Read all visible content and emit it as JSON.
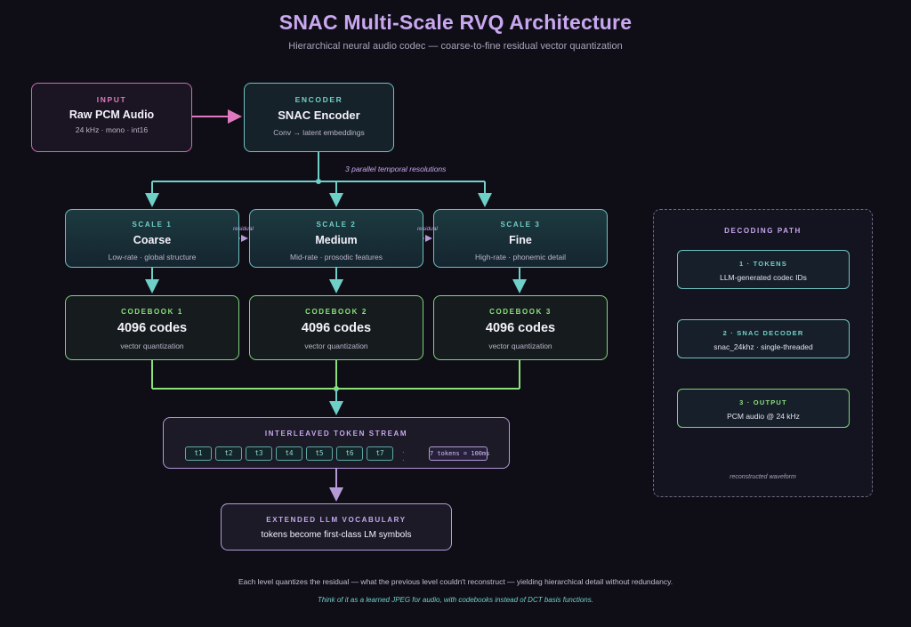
{
  "header": {
    "title": "SNAC Multi-Scale RVQ Architecture",
    "subtitle": "Hierarchical neural audio codec — coarse-to-fine residual vector quantization"
  },
  "input": {
    "kicker": "INPUT",
    "title": "Raw PCM Audio",
    "detail": "24 kHz · mono · int16"
  },
  "encoder": {
    "kicker": "ENCODER",
    "title": "SNAC Encoder",
    "detail": "Conv → latent embeddings"
  },
  "parallel_label": "3 parallel temporal resolutions",
  "residual_label": "residual",
  "scales": [
    {
      "kicker": "SCALE 1",
      "title": "Coarse",
      "detail": "Low-rate · global structure"
    },
    {
      "kicker": "SCALE 2",
      "title": "Medium",
      "detail": "Mid-rate · prosodic features"
    },
    {
      "kicker": "SCALE 3",
      "title": "Fine",
      "detail": "High-rate · phonemic detail"
    }
  ],
  "codebooks": [
    {
      "kicker": "CODEBOOK 1",
      "title": "4096 codes",
      "detail": "vector quantization"
    },
    {
      "kicker": "CODEBOOK 2",
      "title": "4096 codes",
      "detail": "vector quantization"
    },
    {
      "kicker": "CODEBOOK 3",
      "title": "4096 codes",
      "detail": "vector quantization"
    }
  ],
  "stream": {
    "kicker": "INTERLEAVED TOKEN STREAM",
    "tokens": [
      "t1",
      "t2",
      "t3",
      "t4",
      "t5",
      "t6",
      "t7"
    ],
    "ellipsis": "· · ·",
    "note": "7 tokens = 100ms"
  },
  "vocab": {
    "kicker": "EXTENDED LLM VOCABULARY",
    "detail": "tokens become first-class LM symbols"
  },
  "decoding_path": {
    "heading": "DECODING PATH",
    "steps": [
      {
        "kicker": "1 · TOKENS",
        "detail": "LLM-generated codec IDs"
      },
      {
        "kicker": "2 · SNAC DECODER",
        "detail": "snac_24khz · single-threaded"
      },
      {
        "kicker": "3 · OUTPUT",
        "detail": "PCM audio @ 24 kHz"
      }
    ],
    "caption": "reconstructed waveform"
  },
  "footer": {
    "note": "Each level quantizes the residual — what the previous level couldn't reconstruct — yielding hierarchical detail without redundancy.",
    "quote": "Think of it as a learned JPEG for audio, with codebooks instead of DCT basis functions."
  },
  "colors": {
    "background": "#0f0e17",
    "accent_purple": "#c9a8f0",
    "accent_teal": "#6fd0c8",
    "accent_green": "#8be07a",
    "accent_pink": "#e07ac0"
  }
}
